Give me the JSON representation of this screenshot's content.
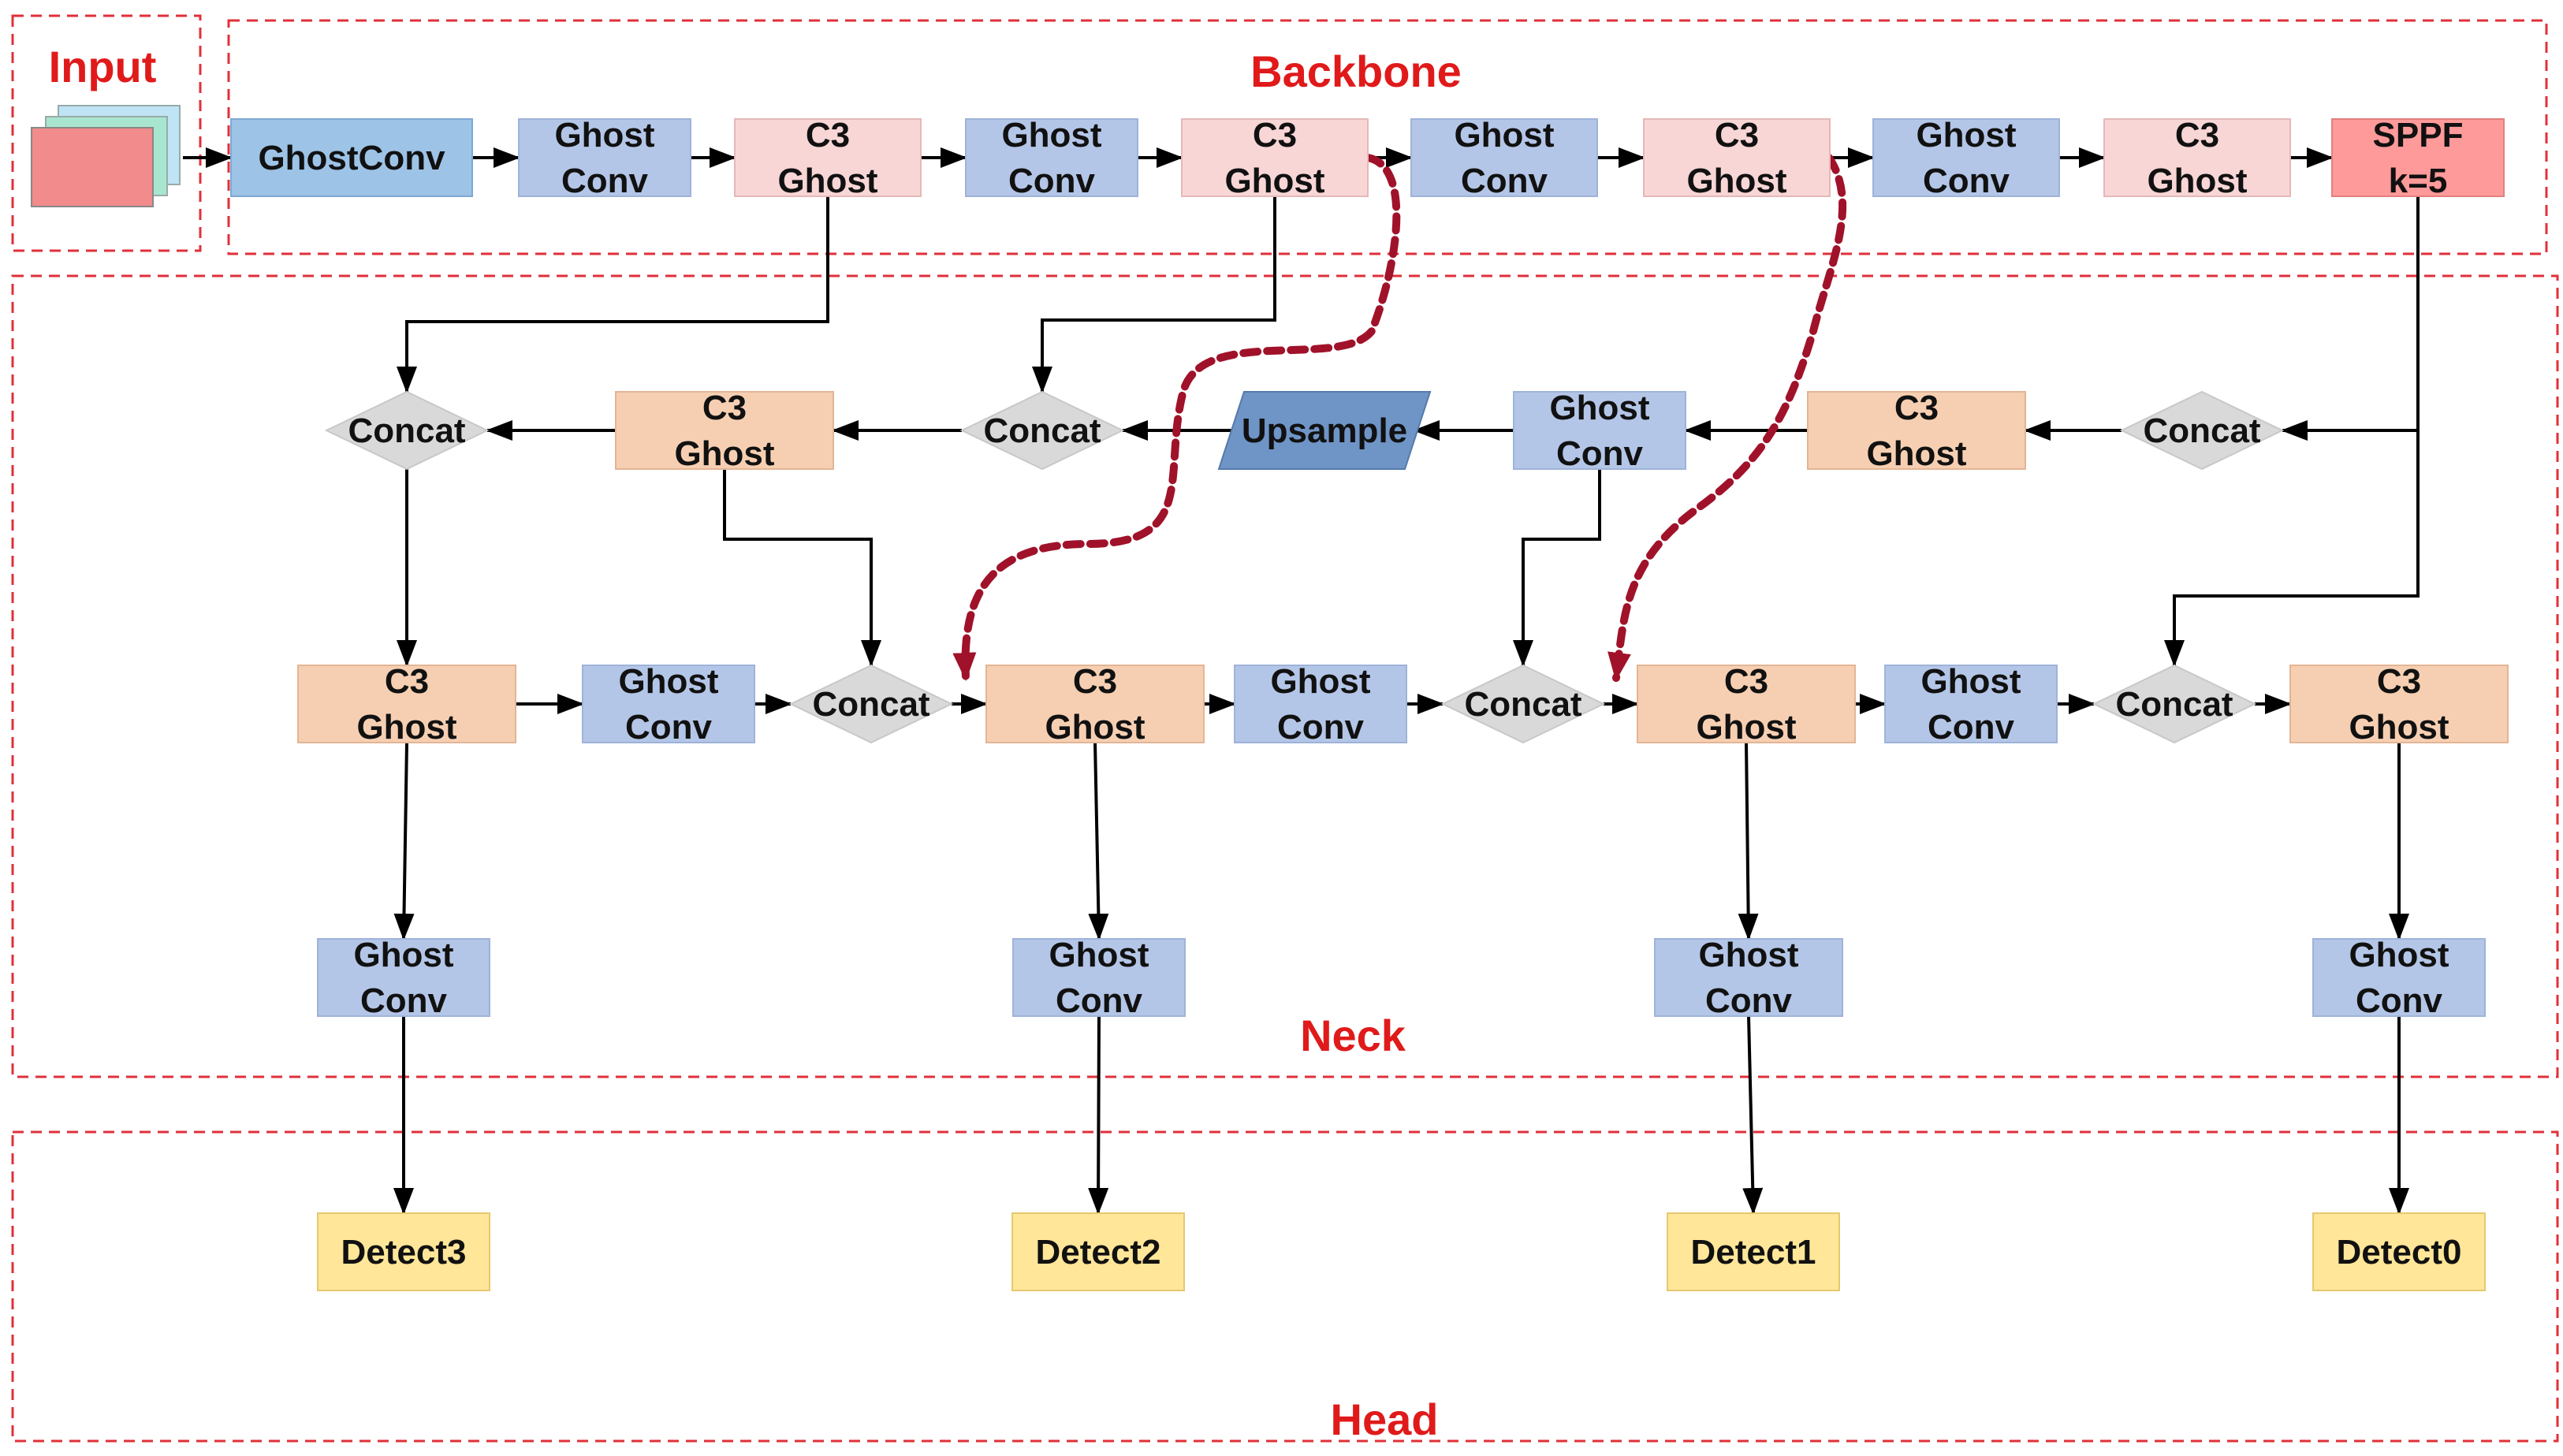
{
  "colors": {
    "section_border": "#e0303a",
    "section_title": "#e01a1a",
    "ghostconv_fill": "#b4c6e7",
    "ghostconv_first_fill": "#9dc3e6",
    "c3ghost_backbone_fill": "#f8d6d6",
    "c3ghost_neck_fill": "#f6cfb2",
    "sppf_fill": "#ff9a9a",
    "concat_fill": "#d9d9d9",
    "upsample_fill": "#6f94c6",
    "detect_fill": "#ffe699",
    "arrow": "#000000",
    "dashed_arrow": "#a0122a",
    "input_front": "#f28b8b",
    "input_mid": "#a9e6cf",
    "input_back": "#bfe4f5"
  },
  "sections": {
    "input": "Input",
    "backbone": "Backbone",
    "neck": "Neck",
    "head": "Head"
  },
  "backbone": [
    {
      "id": "b0",
      "lines": [
        "GhostConv"
      ],
      "kind": "ghostconv-first"
    },
    {
      "id": "b1",
      "lines": [
        "Ghost",
        "Conv"
      ],
      "kind": "ghostconv"
    },
    {
      "id": "b2",
      "lines": [
        "C3",
        "Ghost"
      ],
      "kind": "c3ghost-backbone"
    },
    {
      "id": "b3",
      "lines": [
        "Ghost",
        "Conv"
      ],
      "kind": "ghostconv"
    },
    {
      "id": "b4",
      "lines": [
        "C3",
        "Ghost"
      ],
      "kind": "c3ghost-backbone"
    },
    {
      "id": "b5",
      "lines": [
        "Ghost",
        "Conv"
      ],
      "kind": "ghostconv"
    },
    {
      "id": "b6",
      "lines": [
        "C3",
        "Ghost"
      ],
      "kind": "c3ghost-backbone"
    },
    {
      "id": "b7",
      "lines": [
        "Ghost",
        "Conv"
      ],
      "kind": "ghostconv"
    },
    {
      "id": "b8",
      "lines": [
        "C3",
        "Ghost"
      ],
      "kind": "c3ghost-backbone"
    },
    {
      "id": "b9",
      "lines": [
        "SPPF",
        "k=5"
      ],
      "kind": "sppf"
    }
  ],
  "neck_top": [
    {
      "id": "n1",
      "lines": [
        "Concat"
      ],
      "kind": "concat"
    },
    {
      "id": "n2",
      "lines": [
        "C3",
        "Ghost"
      ],
      "kind": "c3ghost-neck"
    },
    {
      "id": "n3",
      "lines": [
        "Concat"
      ],
      "kind": "concat"
    },
    {
      "id": "n4",
      "lines": [
        "Upsample"
      ],
      "kind": "upsample"
    },
    {
      "id": "n5",
      "lines": [
        "Ghost",
        "Conv"
      ],
      "kind": "ghostconv"
    },
    {
      "id": "n6",
      "lines": [
        "C3",
        "Ghost"
      ],
      "kind": "c3ghost-neck"
    },
    {
      "id": "n7",
      "lines": [
        "Concat"
      ],
      "kind": "concat"
    }
  ],
  "neck_mid": [
    {
      "id": "m1",
      "lines": [
        "C3",
        "Ghost"
      ],
      "kind": "c3ghost-neck"
    },
    {
      "id": "m2",
      "lines": [
        "Ghost",
        "Conv"
      ],
      "kind": "ghostconv"
    },
    {
      "id": "m3",
      "lines": [
        "Concat"
      ],
      "kind": "concat"
    },
    {
      "id": "m4",
      "lines": [
        "C3",
        "Ghost"
      ],
      "kind": "c3ghost-neck"
    },
    {
      "id": "m5",
      "lines": [
        "Ghost",
        "Conv"
      ],
      "kind": "ghostconv"
    },
    {
      "id": "m6",
      "lines": [
        "Concat"
      ],
      "kind": "concat"
    },
    {
      "id": "m7",
      "lines": [
        "C3",
        "Ghost"
      ],
      "kind": "c3ghost-neck"
    },
    {
      "id": "m8",
      "lines": [
        "Ghost",
        "Conv"
      ],
      "kind": "ghostconv"
    },
    {
      "id": "m9",
      "lines": [
        "Concat"
      ],
      "kind": "concat"
    },
    {
      "id": "m10",
      "lines": [
        "C3",
        "Ghost"
      ],
      "kind": "c3ghost-neck"
    }
  ],
  "neck_bottom": [
    {
      "id": "g1",
      "lines": [
        "Ghost",
        "Conv"
      ],
      "kind": "ghostconv"
    },
    {
      "id": "g2",
      "lines": [
        "Ghost",
        "Conv"
      ],
      "kind": "ghostconv"
    },
    {
      "id": "g3",
      "lines": [
        "Ghost",
        "Conv"
      ],
      "kind": "ghostconv"
    },
    {
      "id": "g4",
      "lines": [
        "Ghost",
        "Conv"
      ],
      "kind": "ghostconv"
    }
  ],
  "head": [
    {
      "id": "d3",
      "lines": [
        "Detect3"
      ],
      "kind": "detect"
    },
    {
      "id": "d2",
      "lines": [
        "Detect2"
      ],
      "kind": "detect"
    },
    {
      "id": "d1",
      "lines": [
        "Detect1"
      ],
      "kind": "detect"
    },
    {
      "id": "d0",
      "lines": [
        "Detect0"
      ],
      "kind": "detect"
    }
  ]
}
